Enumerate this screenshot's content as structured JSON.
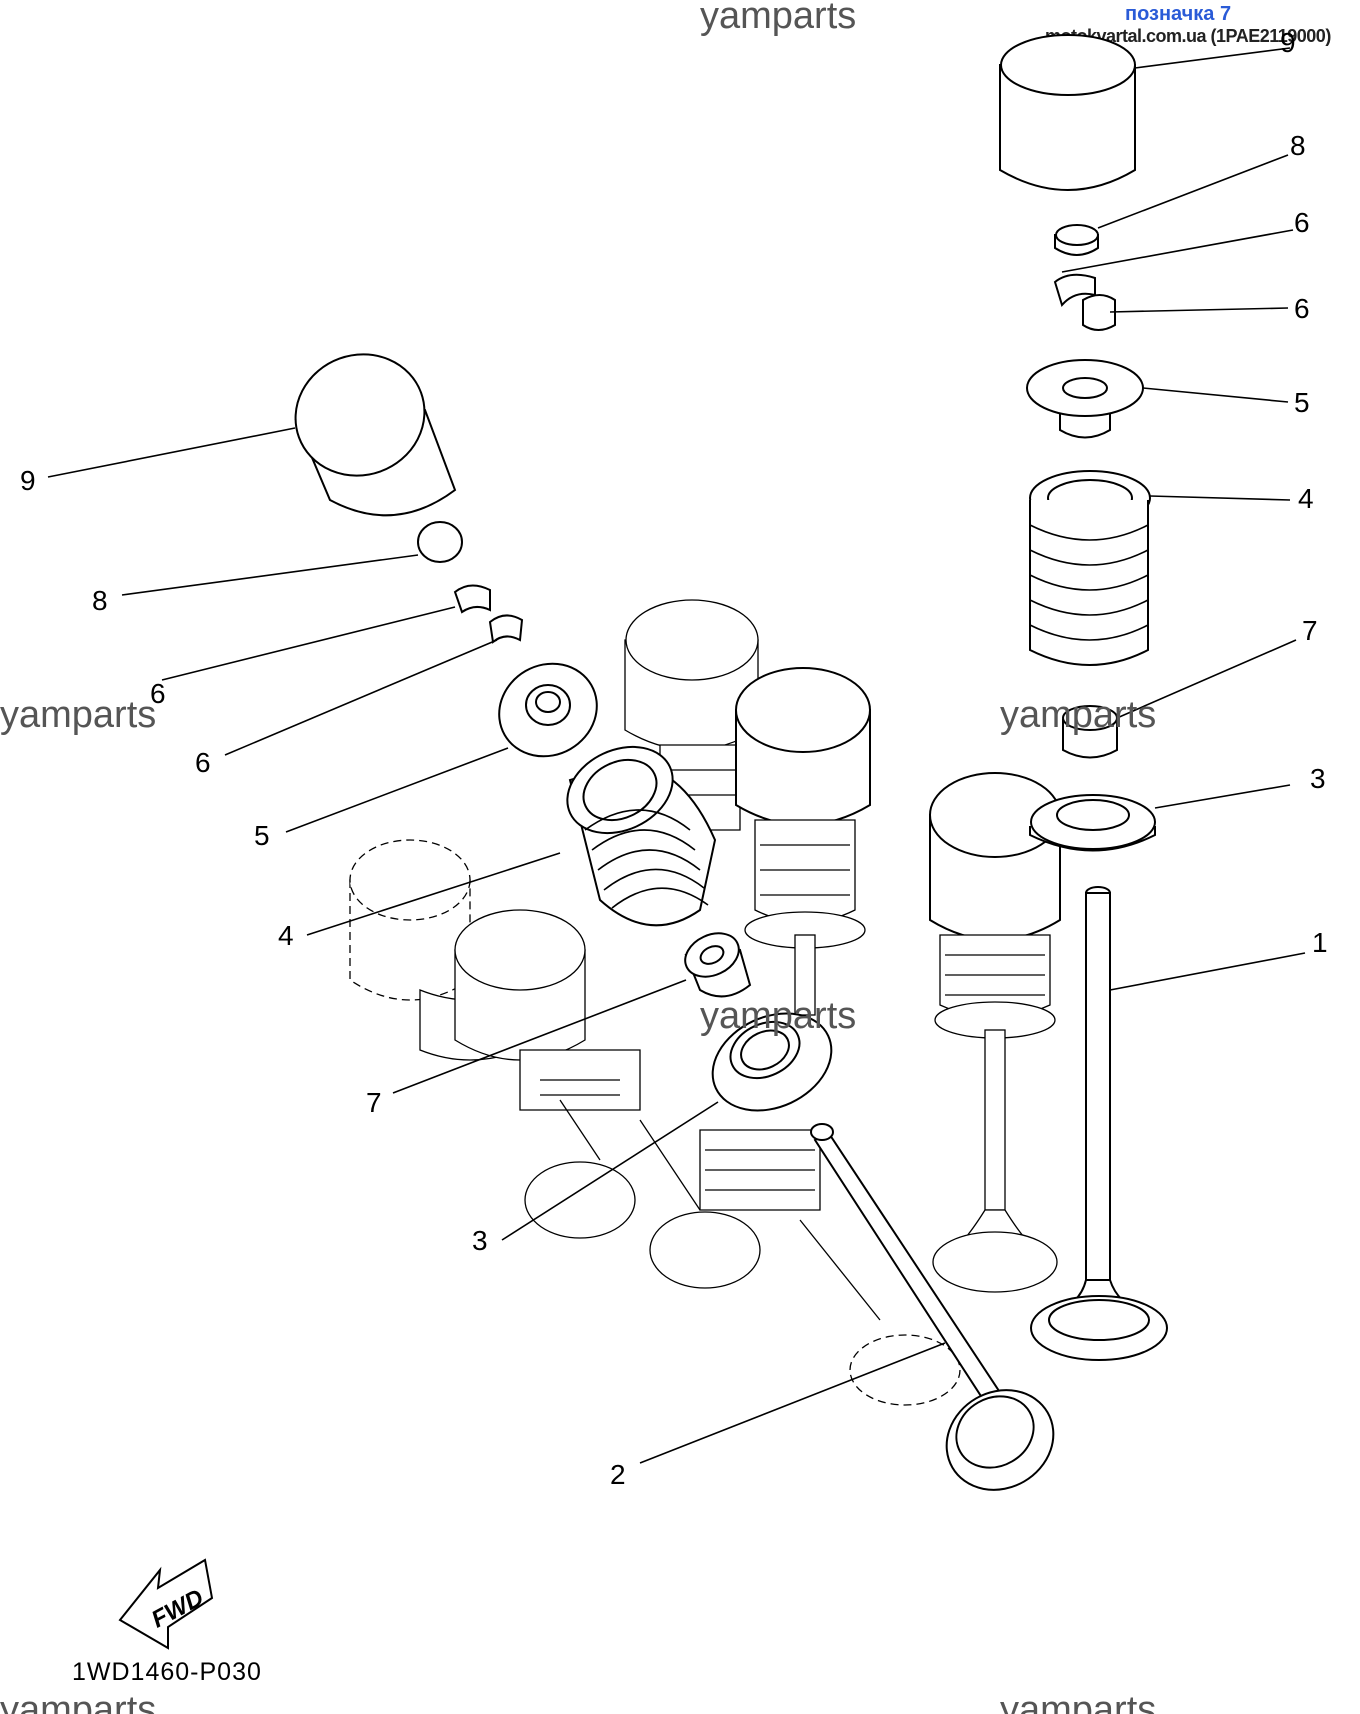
{
  "header": {
    "bookmark": "позначка 7",
    "source": "motokvartal.com.ua (1PAE2119000)"
  },
  "watermarks": [
    "yamparts",
    "yamparts",
    "yamparts",
    "yamparts",
    "yamparts",
    "yamparts"
  ],
  "diagram_code": "1WD1460-P030",
  "fwd_label": "FWD",
  "callouts": {
    "c1": "1",
    "c2": "2",
    "c3_right": "3",
    "c3_left": "3",
    "c4_right": "4",
    "c4_left": "4",
    "c5_right": "5",
    "c5_left": "5",
    "c6_right_a": "6",
    "c6_right_b": "6",
    "c6_left_a": "6",
    "c6_left_b": "6",
    "c7_right": "7",
    "c7_left": "7",
    "c8_right": "8",
    "c8_left": "8",
    "c9_right": "9",
    "c9_left": "9"
  }
}
